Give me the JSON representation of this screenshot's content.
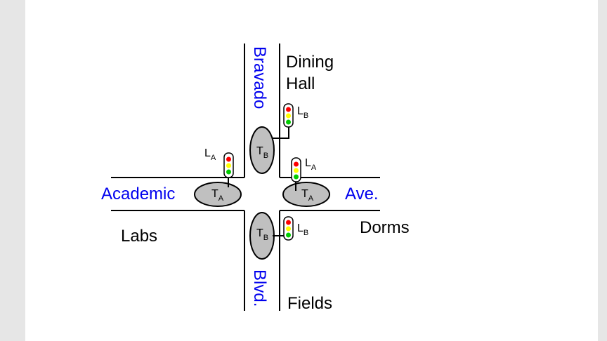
{
  "colors": {
    "road": "#000000",
    "street_name": "#0000ee",
    "place_label": "#000000",
    "sensor_fill": "#c0c0c0",
    "light_red": "#ff0000",
    "light_yellow": "#ffff00",
    "light_green": "#00cc00"
  },
  "streets": {
    "academic": "Academic",
    "ave": "Ave.",
    "bravado": "Bravado",
    "blvd": "Blvd."
  },
  "places": {
    "dining_line1": "Dining",
    "dining_line2": "Hall",
    "labs": "Labs",
    "dorms": "Dorms",
    "fields": "Fields"
  },
  "sensors": {
    "main": "T",
    "sub_a": "A",
    "sub_b": "B"
  },
  "lights": {
    "main": "L",
    "sub_a": "A",
    "sub_b": "B"
  },
  "icons": {
    "traffic_light": "traffic-light-icon",
    "sensor": "sensor-ellipse-icon"
  }
}
